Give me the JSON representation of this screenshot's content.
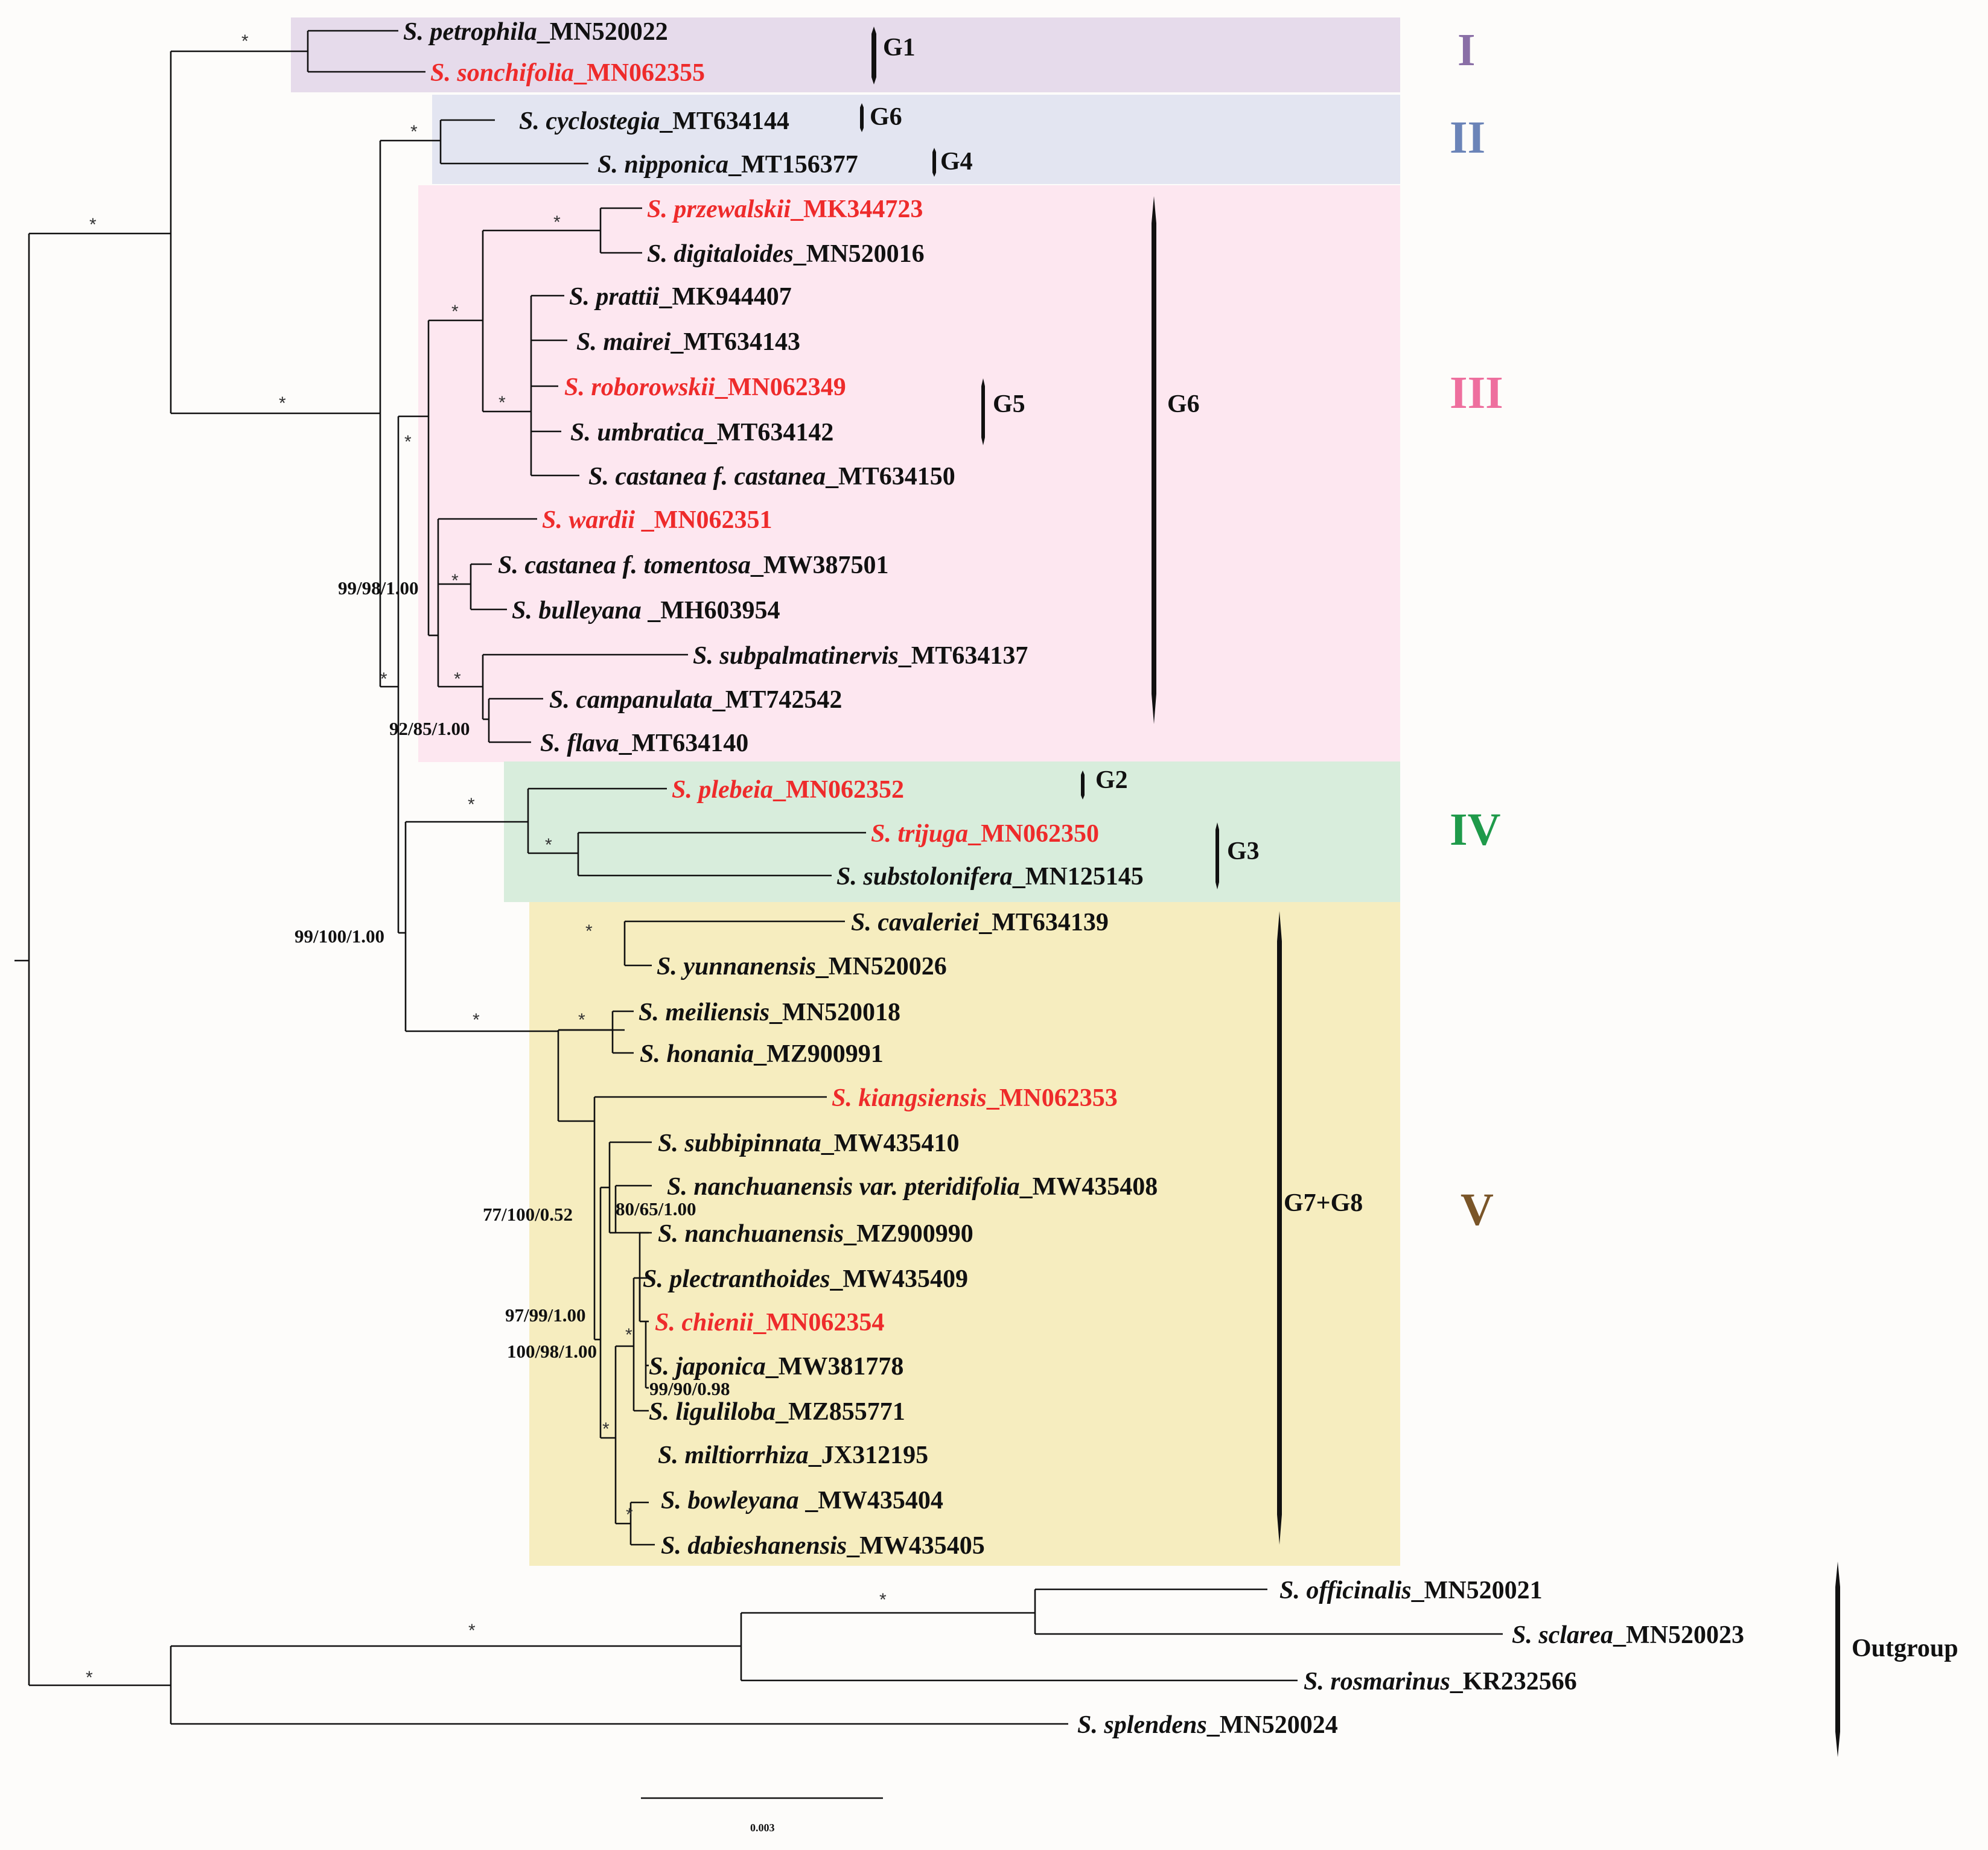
{
  "colors": {
    "clade_I": "#e6dbeb",
    "clade_II": "#e3e5f1",
    "clade_III": "#fde7f0",
    "clade_IV": "#d8eddc",
    "clade_V": "#f6edbf",
    "label_I": "#8a6fa6",
    "label_II": "#6b84b8",
    "label_III": "#ee6f9e",
    "label_IV": "#1f9a4a",
    "label_V": "#7a5528",
    "highlight_taxon": "#ee2b2b"
  },
  "clades": [
    {
      "id": "I",
      "label": "I"
    },
    {
      "id": "II",
      "label": "II"
    },
    {
      "id": "III",
      "label": "III"
    },
    {
      "id": "IV",
      "label": "IV"
    },
    {
      "id": "V",
      "label": "V"
    }
  ],
  "taxa": [
    {
      "id": "petrophila",
      "genus": "S.",
      "epithet": "petrophila",
      "acc": "_MN520022",
      "highlight": false
    },
    {
      "id": "sonchifolia",
      "genus": "S.",
      "epithet": "sonchifolia",
      "acc": "_MN062355",
      "highlight": true
    },
    {
      "id": "cyclostegia",
      "genus": "S.",
      "epithet": "cyclostegia",
      "acc": "_MT634144",
      "highlight": false
    },
    {
      "id": "nipponica",
      "genus": "S.",
      "epithet": "nipponica",
      "acc": "_MT156377",
      "highlight": false
    },
    {
      "id": "przewalskii",
      "genus": "S.",
      "epithet": "przewalskii",
      "acc": "_MK344723",
      "highlight": true
    },
    {
      "id": "digitaloides",
      "genus": "S.",
      "epithet": "digitaloides",
      "acc": "_MN520016",
      "highlight": false
    },
    {
      "id": "prattii",
      "genus": "S.",
      "epithet": "prattii",
      "acc": "_MK944407",
      "highlight": false
    },
    {
      "id": "mairei",
      "genus": "S.",
      "epithet": "mairei",
      "acc": "_MT634143",
      "highlight": false
    },
    {
      "id": "roborowskii",
      "genus": "S.",
      "epithet": "roborowskii",
      "acc": "_MN062349",
      "highlight": true
    },
    {
      "id": "umbratica",
      "genus": "S.",
      "epithet": "umbratica",
      "acc": "_MT634142",
      "highlight": false
    },
    {
      "id": "castanea_c",
      "genus": "S.",
      "epithet": "castanea f. castanea",
      "acc": "_MT634150",
      "highlight": false
    },
    {
      "id": "wardii",
      "genus": "S.",
      "epithet": "wardii",
      "acc": " _MN062351",
      "highlight": true
    },
    {
      "id": "castanea_t",
      "genus": "S.",
      "epithet": "castanea f. tomentosa",
      "acc": "_MW387501",
      "highlight": false
    },
    {
      "id": "bulleyana",
      "genus": "S.",
      "epithet": "bulleyana",
      "acc": " _MH603954",
      "highlight": false
    },
    {
      "id": "subpalmatinervis",
      "genus": "S.",
      "epithet": "subpalmatinervis",
      "acc": "_MT634137",
      "highlight": false
    },
    {
      "id": "campanulata",
      "genus": "S.",
      "epithet": "campanulata",
      "acc": "_MT742542",
      "highlight": false
    },
    {
      "id": "flava",
      "genus": "S.",
      "epithet": "flava",
      "acc": "_MT634140",
      "highlight": false
    },
    {
      "id": "plebeia",
      "genus": "S.",
      "epithet": "plebeia",
      "acc": "_MN062352",
      "highlight": true
    },
    {
      "id": "trijuga",
      "genus": "S.",
      "epithet": "trijuga",
      "acc": "_MN062350",
      "highlight": true
    },
    {
      "id": "substolonifera",
      "genus": "S.",
      "epithet": "substolonifera",
      "acc": "_MN125145",
      "highlight": false
    },
    {
      "id": "cavaleriei",
      "genus": "S.",
      "epithet": "cavaleriei",
      "acc": "_MT634139",
      "highlight": false
    },
    {
      "id": "yunnanensis",
      "genus": "S.",
      "epithet": "yunnanensis",
      "acc": "_MN520026",
      "highlight": false
    },
    {
      "id": "meiliensis",
      "genus": "S.",
      "epithet": "meiliensis",
      "acc": "_MN520018",
      "highlight": false
    },
    {
      "id": "honania",
      "genus": "S.",
      "epithet": "honania",
      "acc": "_MZ900991",
      "highlight": false
    },
    {
      "id": "kiangsiensis",
      "genus": "S.",
      "epithet": "kiangsiensis",
      "acc": "_MN062353",
      "highlight": true
    },
    {
      "id": "subbipinnata",
      "genus": "S.",
      "epithet": "subbipinnata",
      "acc": "_MW435410",
      "highlight": false
    },
    {
      "id": "nanch_var",
      "genus": "S.",
      "epithet": "nanchuanensis var. pteridifolia",
      "acc": "_MW435408",
      "highlight": false
    },
    {
      "id": "nanchuanensis",
      "genus": "S.",
      "epithet": "nanchuanensis",
      "acc": "_MZ900990",
      "highlight": false
    },
    {
      "id": "plectranthoides",
      "genus": "S.",
      "epithet": "plectranthoides",
      "acc": "_MW435409",
      "highlight": false
    },
    {
      "id": "chienii",
      "genus": "S.",
      "epithet": "chienii",
      "acc": "_MN062354",
      "highlight": true
    },
    {
      "id": "japonica",
      "genus": "S.",
      "epithet": "japonica",
      "acc": "_MW381778",
      "highlight": false
    },
    {
      "id": "liguliloba",
      "genus": "S.",
      "epithet": "liguliloba",
      "acc": "_MZ855771",
      "highlight": false
    },
    {
      "id": "miltiorrhiza",
      "genus": "S.",
      "epithet": "miltiorrhiza",
      "acc": "_JX312195",
      "highlight": false
    },
    {
      "id": "bowleyana",
      "genus": "S.",
      "epithet": "bowleyana",
      "acc": " _MW435404",
      "highlight": false
    },
    {
      "id": "dabieshanensis",
      "genus": "S.",
      "epithet": "dabieshanensis",
      "acc": "_MW435405",
      "highlight": false
    },
    {
      "id": "officinalis",
      "genus": "S.",
      "epithet": "officinalis",
      "acc": "_MN520021",
      "highlight": false
    },
    {
      "id": "sclarea",
      "genus": "S.",
      "epithet": "sclarea",
      "acc": "_MN520023",
      "highlight": false
    },
    {
      "id": "rosmarinus",
      "genus": "S.",
      "epithet": "rosmarinus",
      "acc": "_KR232566",
      "highlight": false
    },
    {
      "id": "splendens",
      "genus": "S.",
      "epithet": "splendens",
      "acc": "_MN520024",
      "highlight": false
    }
  ],
  "support_values": [
    "*",
    "99/98/1.00",
    "92/85/1.00",
    "99/100/1.00",
    "77/100/0.52",
    "80/65/1.00",
    "97/99/1.00",
    "100/98/1.00",
    "99/90/0.98"
  ],
  "group_labels": [
    {
      "id": "G1",
      "text": "G1"
    },
    {
      "id": "G6a",
      "text": "G6"
    },
    {
      "id": "G4",
      "text": "G4"
    },
    {
      "id": "G5",
      "text": "G5"
    },
    {
      "id": "G6b",
      "text": "G6"
    },
    {
      "id": "G2",
      "text": "G2"
    },
    {
      "id": "G3",
      "text": "G3"
    },
    {
      "id": "G78",
      "text": "G7+G8"
    },
    {
      "id": "OG",
      "text": "Outgroup"
    }
  ],
  "scale_bar": {
    "label": "0.003"
  }
}
